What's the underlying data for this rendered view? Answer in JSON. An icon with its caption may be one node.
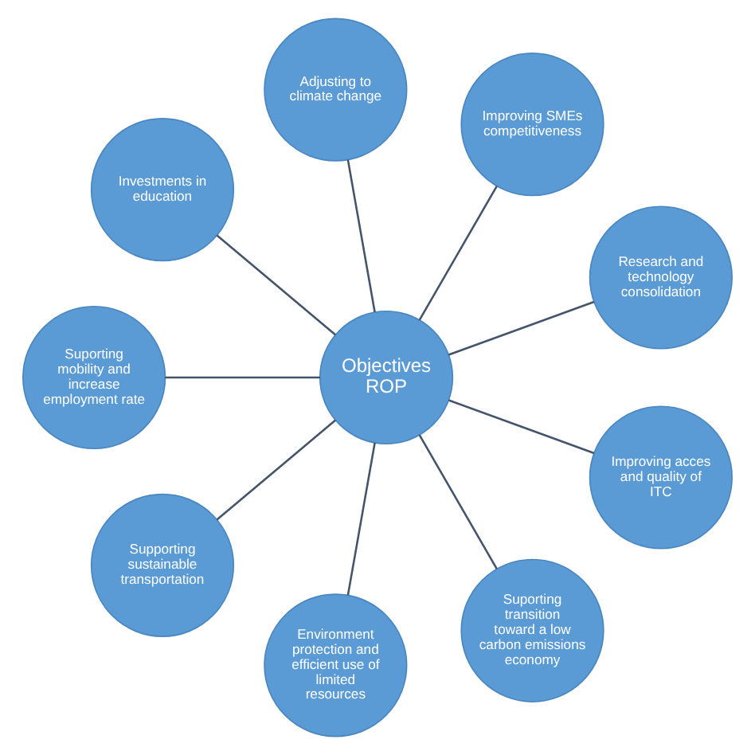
{
  "diagram": {
    "nodes": [
      {
        "text": [
          "Objectives",
          "ROP"
        ]
      },
      {
        "text": [
          "Research and technology consolidation"
        ]
      },
      {
        "text": [
          "Improving SMEs competitiveness"
        ]
      },
      {
        "text": [
          "Adjusting to climate change"
        ]
      },
      {
        "text": [
          "Investments in education"
        ]
      },
      {
        "text": [
          "Suporting mobility and increase employment rate"
        ]
      },
      {
        "text": [
          "Supporting sustainable transportation"
        ]
      },
      {
        "text": [
          "Environment protection and efficient use of limited resources"
        ]
      },
      {
        "text": [
          "Suporting transition toward a low carbon emissions economy"
        ]
      },
      {
        "text": [
          "Improving acces and quality of ITC"
        ]
      }
    ],
    "edges": [
      {
        "from": 0,
        "to": 1,
        "arrow": "none"
      },
      {
        "from": 0,
        "to": 2,
        "arrow": "none"
      },
      {
        "from": 0,
        "to": 3,
        "arrow": "none"
      },
      {
        "from": 0,
        "to": 4,
        "arrow": "none"
      },
      {
        "from": 0,
        "to": 5,
        "arrow": "none"
      },
      {
        "from": 0,
        "to": 6,
        "arrow": "none"
      },
      {
        "from": 0,
        "to": 7,
        "arrow": "none"
      },
      {
        "from": 0,
        "to": 8,
        "arrow": "none"
      },
      {
        "from": 0,
        "to": 9,
        "arrow": "none"
      }
    ]
  }
}
